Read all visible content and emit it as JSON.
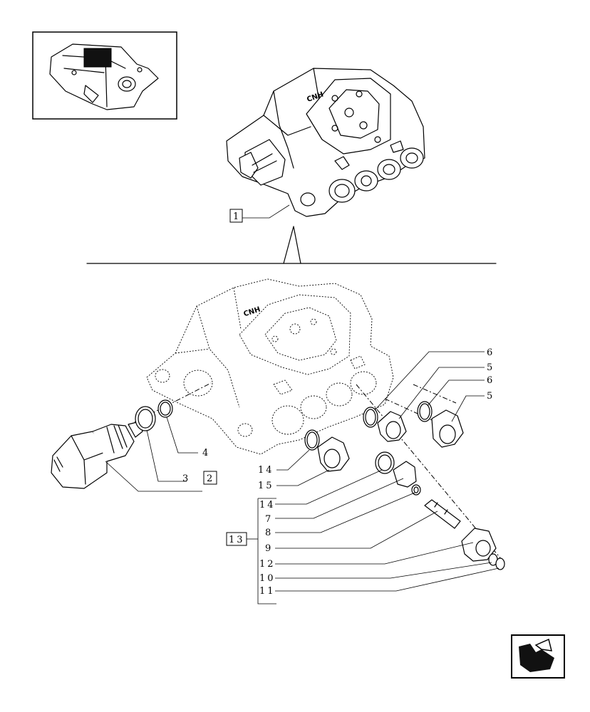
{
  "diagram": {
    "ref_labels": {
      "assembly": "1",
      "item2": "2",
      "item3": "3",
      "item4": "4",
      "group": "13"
    },
    "right_callouts": [
      "6",
      "5",
      "6",
      "5"
    ],
    "plug_callouts": [
      "14",
      "15"
    ],
    "bracket_callouts": [
      "14",
      "7",
      "8",
      "9",
      "12",
      "10",
      "11"
    ],
    "valve_text": "CNH",
    "nav_icon": "next-page-arrow-icon"
  }
}
